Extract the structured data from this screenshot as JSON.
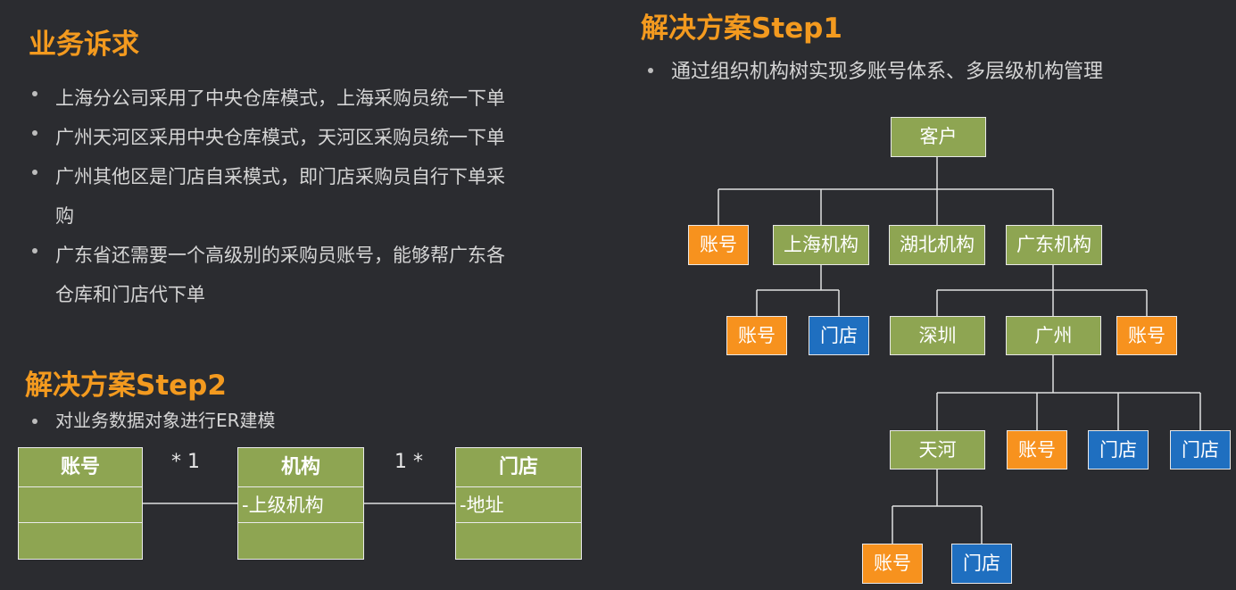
{
  "left": {
    "requirements_title": "业务诉求",
    "requirements": [
      "上海分公司采用了中央仓库模式，上海采购员统一下单",
      "广州天河区采用中央仓库模式，天河区采购员统一下单",
      [
        "广州其他区是门店自采模式，即门店采购员自行下单采",
        "购"
      ],
      [
        "广东省还需要一个高级别的采购员账号，能够帮广东各",
        "仓库和门店代下单"
      ]
    ],
    "step2_title": "解决方案Step2",
    "step2_bullets": [
      "对业务数据对象进行ER建模"
    ]
  },
  "er_model": {
    "classes": [
      {
        "name": "账号",
        "attribute": ""
      },
      {
        "name": "机构",
        "attribute": "-上级机构"
      },
      {
        "name": "门店",
        "attribute": "-地址"
      }
    ],
    "multiplicity_left": "* 1",
    "multiplicity_right": "1 *"
  },
  "right": {
    "step1_title": "解决方案Step1",
    "step1_bullets": [
      "通过组织机构树实现多账号体系、多层级机构管理"
    ]
  },
  "tree": {
    "root": "客户",
    "level1": [
      "账号",
      "上海机构",
      "湖北机构",
      "广东机构"
    ],
    "shanghai_children": [
      "账号",
      "门店"
    ],
    "guangdong_children": [
      "深圳",
      "广州",
      "账号"
    ],
    "guangzhou_children": [
      "天河",
      "账号",
      "门店",
      "门店"
    ],
    "tianhe_children": [
      "账号",
      "门店"
    ]
  },
  "colors": {
    "background": "#2b2c30",
    "heading": "#f39a1f",
    "org_node": "#8ea552",
    "account_node": "#f7921e",
    "store_node": "#1f6fc0"
  }
}
